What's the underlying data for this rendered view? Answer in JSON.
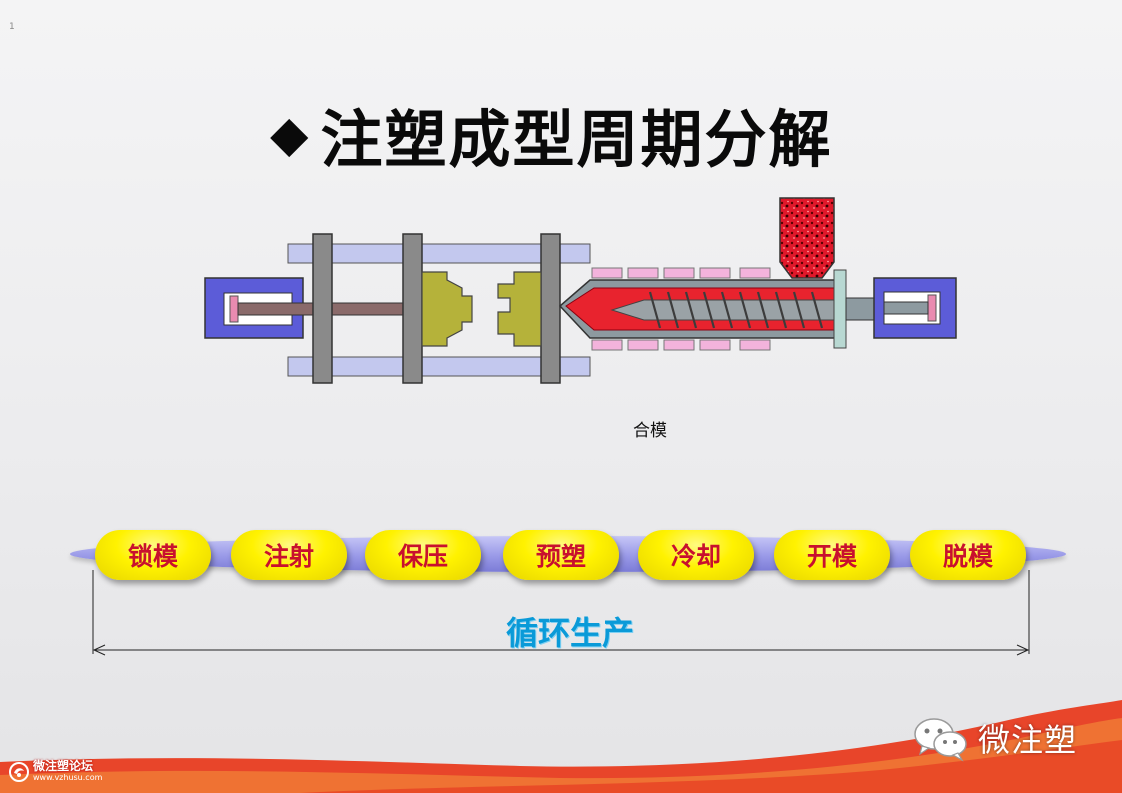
{
  "corner_mark": "1",
  "title": {
    "bullet": "◆",
    "text": "注塑成型周期分解"
  },
  "diagram": {
    "current_stage": "合模"
  },
  "cycle": {
    "steps": [
      "锁模",
      "注射",
      "保压",
      "预塑",
      "冷却",
      "开模",
      "脱模"
    ],
    "label": "循环生产"
  },
  "watermarks": {
    "forum_name": "微注塑论坛",
    "forum_url": "www.vzhusu.com",
    "wechat_name": "微注塑"
  },
  "colors": {
    "step_fill": "#fff200",
    "step_text": "#c8102e",
    "cycle_label": "#0a9ad8",
    "track": "#9a9ae8",
    "barrel_melt": "#e8232e",
    "platen": "#8a8a8a",
    "mold": "#b5b23a",
    "tie_bar": "#c3c8ee",
    "cylinder": "#5c5cd8"
  }
}
